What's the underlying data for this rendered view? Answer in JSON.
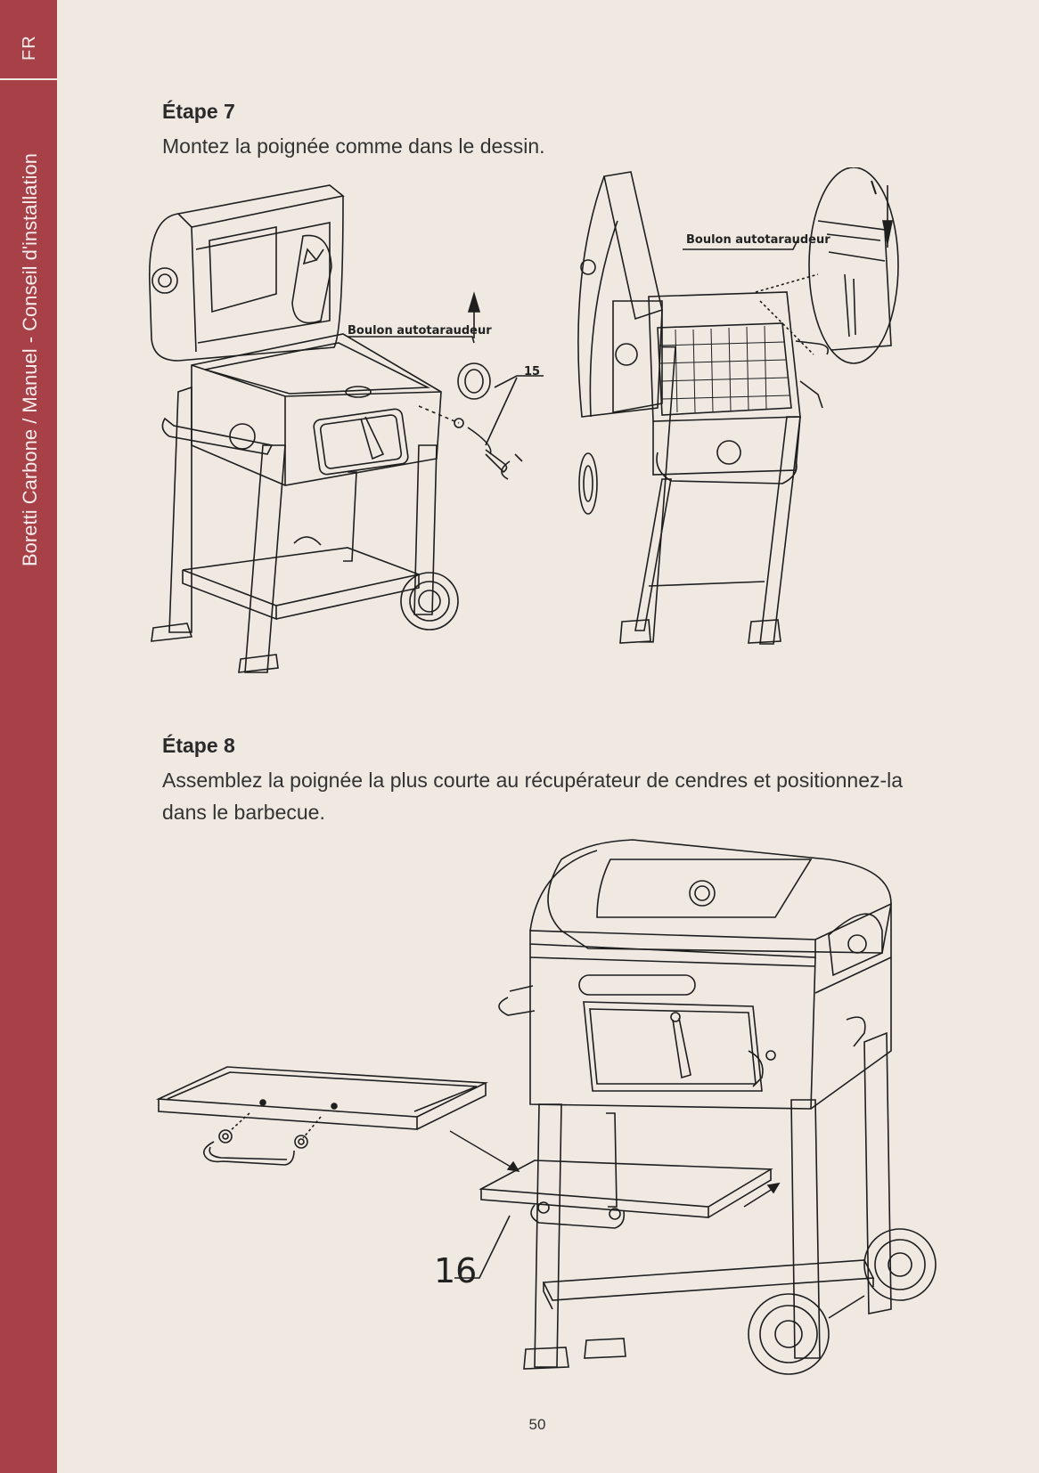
{
  "sidebar": {
    "language": "FR",
    "document_title": "Boretti Carbone / Manuel - Conseil d'installation"
  },
  "steps": [
    {
      "title": "Étape 7",
      "description": "Montez la poignée comme dans le dessin.",
      "callouts": {
        "left_bolt": "Boulon autotaraudeur",
        "part_number": "15",
        "right_bolt": "Boulon autotaraudeur"
      }
    },
    {
      "title": "Étape 8",
      "description": "Assemblez la poignée la plus courte au récupérateur de cendres et positionnez-la dans le barbecue.",
      "callouts": {
        "part_number": "16"
      }
    }
  ],
  "page_number": "50",
  "colors": {
    "sidebar": "#a84048",
    "background": "#efe9e2",
    "line_art": "#1e1e1e"
  }
}
